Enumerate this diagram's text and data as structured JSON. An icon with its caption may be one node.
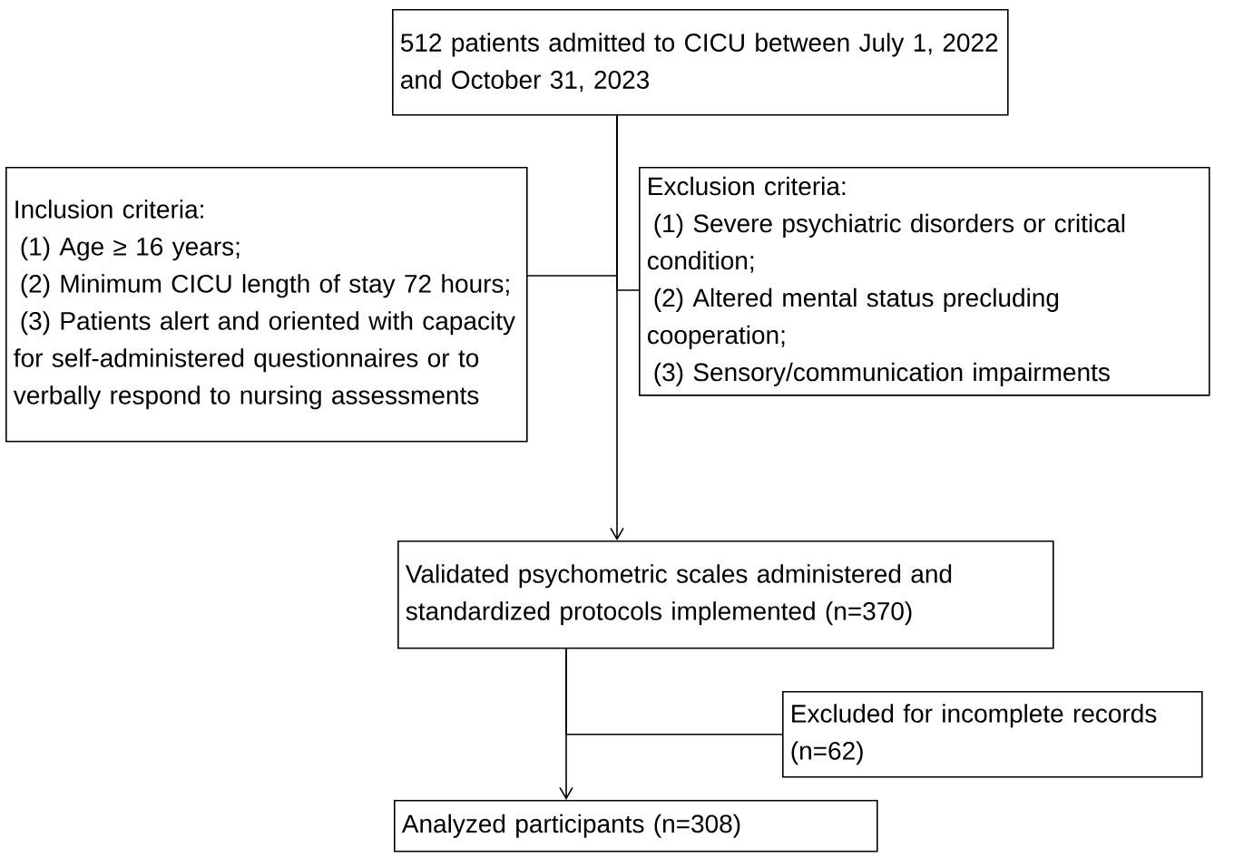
{
  "diagram": {
    "nodes": [
      {
        "text": [
          "512 patients admitted to CICU between  July 1, 2022 and October 31, 2023"
        ]
      },
      {
        "text": [
          "Inclusion criteria:",
          "(1) Age ≥ 16 years;",
          "(2) Minimum CICU length of stay 72 hours;",
          "(3) Patients alert and oriented with capacity for self-administered questionnaires or to verbally respond to nursing assessments"
        ]
      },
      {
        "text": [
          "Exclusion criteria:",
          "(1) Severe psychiatric disorders or critical condition;",
          "(2) Altered mental status precluding cooperation;",
          "(3) Sensory/communication impairments"
        ]
      },
      {
        "text": [
          "Validated psychometric scales administered and standardized protocols implemented   (n=370)"
        ]
      },
      {
        "text": [
          "Excluded for incomplete records (n=62)"
        ]
      },
      {
        "text": [
          "Analyzed participants (n=308)"
        ]
      }
    ],
    "edges": [
      {
        "from": 0,
        "to": 3,
        "arrow": "to"
      },
      {
        "from": 0,
        "to": 1,
        "arrow": "none"
      },
      {
        "from": 0,
        "to": 2,
        "arrow": "none"
      },
      {
        "from": 3,
        "to": 5,
        "arrow": "to"
      },
      {
        "from": 3,
        "to": 4,
        "arrow": "none"
      }
    ]
  }
}
